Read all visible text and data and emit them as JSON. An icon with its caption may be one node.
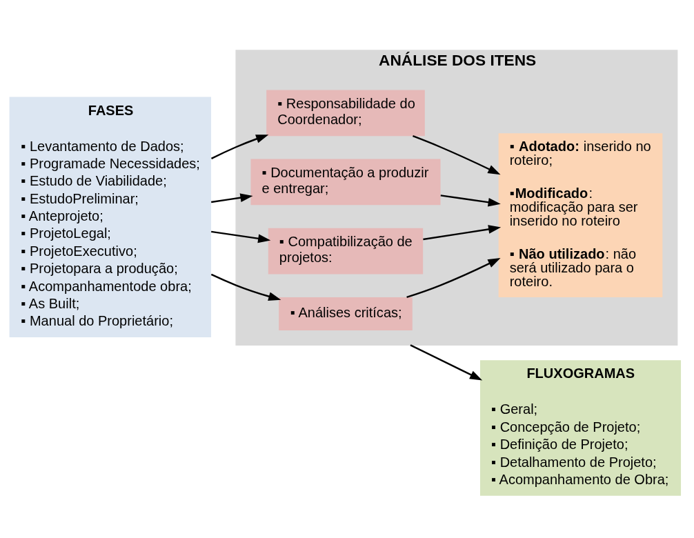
{
  "diagram": {
    "nodes": [
      {
        "text": [
          "FASES",
          "▪ Levantamento de Dados;",
          "▪ Programade Necessidades;",
          "▪ Estudo de Viabilidade;",
          "▪ EstudoPreliminar;",
          "▪ Anteprojeto;",
          "▪ ProjetoLegal;",
          "▪ ProjetoExecutivo;",
          "▪ Projetopara a produção;",
          "▪ Acompanhamentode obra;",
          "▪ As Built;",
          "▪ Manual do Proprietário;"
        ]
      },
      {
        "text": [
          "ANÁLISE DOS ITENS"
        ]
      },
      {
        "text": [
          "▪ Responsabilidade do Coordenador;"
        ],
        "in": 1
      },
      {
        "text": [
          "▪ Documentação a produzir e entregar;"
        ],
        "in": 1
      },
      {
        "text": [
          "▪ Análises critícas;"
        ],
        "in": 1
      },
      {
        "text": [
          "▪ Compatibilização de projetos:"
        ],
        "in": 1
      },
      {
        "text": [
          "▪ **Adotado:** inserido no roteiro;",
          "▪**Modificado**: modificação para ser inserido no roteiro",
          "▪ **Não utilizado**: não será utilizado para o roteiro."
        ],
        "in": 1
      },
      {
        "text": [
          "FLUXOGRAMAS",
          "▪ Geral;",
          "▪ Concepção de Projeto;",
          "▪ Definição de Projeto;",
          "▪ Detalhamento de Projeto;",
          "▪ Acompanhamento de Obra;"
        ]
      }
    ],
    "edges": [
      {
        "from": 0,
        "to": 2,
        "arrow": "to"
      },
      {
        "from": 0,
        "to": 3,
        "arrow": "to"
      },
      {
        "from": 0,
        "to": 4,
        "arrow": "to"
      },
      {
        "from": 0,
        "to": 5,
        "arrow": "to"
      },
      {
        "from": 2,
        "to": 6,
        "arrow": "to"
      },
      {
        "from": 3,
        "to": 6,
        "arrow": "to"
      },
      {
        "from": 4,
        "to": 6,
        "arrow": "to"
      },
      {
        "from": 5,
        "to": 6,
        "arrow": "to"
      },
      {
        "from": 1,
        "to": 7,
        "arrow": "to"
      }
    ]
  }
}
